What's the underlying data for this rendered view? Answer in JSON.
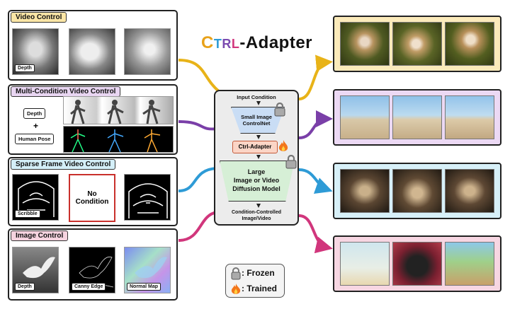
{
  "title": {
    "ctrl_letters": [
      "C",
      "T",
      "R",
      "L"
    ],
    "rest": "-Adapter",
    "colors": [
      "#e8a21a",
      "#2e9bd6",
      "#7b4bb0",
      "#d1367c"
    ]
  },
  "panels": [
    {
      "title": "Video Control",
      "color": "#fbe6a6",
      "tags": [
        "Depth"
      ]
    },
    {
      "title": "Multi-Condition Video Control",
      "color": "#e9d6f2",
      "tags": [
        "Depth",
        "+",
        "Human Pose"
      ]
    },
    {
      "title": "Sparse Frame Video Control",
      "color": "#d4eff8",
      "tags": [
        "Scribble"
      ],
      "no_condition": "No\nCondition"
    },
    {
      "title": "Image Control",
      "color": "#f5d3df",
      "tags": [
        "Depth",
        "Canny Edge",
        "Normal Map"
      ]
    }
  ],
  "center": {
    "input_label": "Input Condition",
    "controlnet_label": "Small Image\nControlNet",
    "adapter_label": "Ctrl-Adapter",
    "diffusion_label": "Large\nImage or Video\nDiffusion Model",
    "output_label": "Condition-Controlled\nImage/Video"
  },
  "legend": {
    "frozen": ": Frozen",
    "trained": ": Trained"
  },
  "icons": {
    "lock": "lock-icon",
    "fire": "fire-icon"
  },
  "colors": {
    "yellow": "#e8b318",
    "purple": "#7a3fa8",
    "blue": "#2e9bd6",
    "pink": "#d1367c"
  }
}
